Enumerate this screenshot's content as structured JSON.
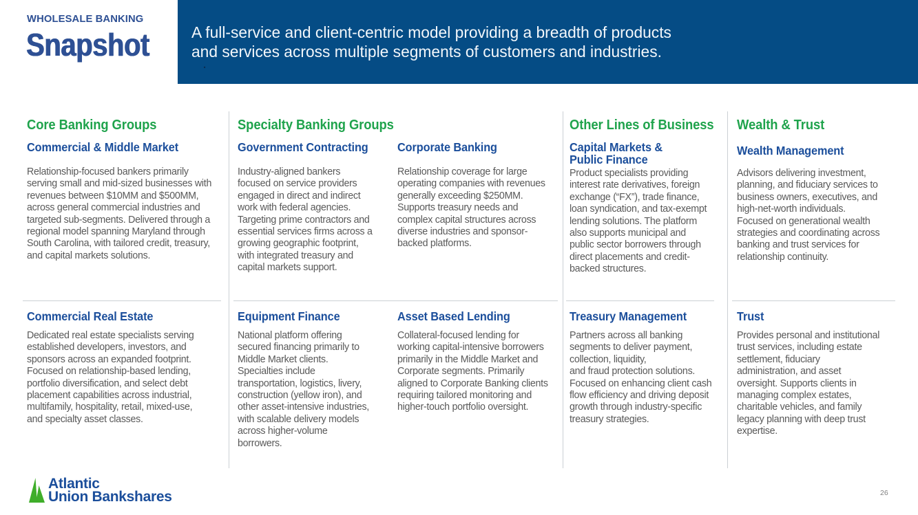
{
  "header": {
    "eyebrow": "WHOLESALE BANKING",
    "title": "Snapshot",
    "banner_text": "A full-service and client-centric model providing a breadth of products\nand services across multiple segments of customers and industries.",
    "stray_dot": "."
  },
  "brand_colors": {
    "banner_navy": "#054C85",
    "title_blue": "#2E5094",
    "section_blue": "#1B4E9B",
    "heading_green": "#1FA34C",
    "body_gray": "#595959",
    "divider_gray": "#CBD0D4",
    "logo_green": "#3FAE2A"
  },
  "columns": [
    {
      "group_heading": "Core Banking Groups",
      "sections": [
        {
          "title": "Commercial & Middle Market",
          "body": "Relationship-focused bankers primarily\nserving small and mid-sized businesses with\nrevenues between $10MM and $500MM,\nacross general commercial industries and\ntargeted sub-segments. Delivered through a\nregional model spanning Maryland through\nSouth Carolina, with tailored credit, treasury,\nand capital markets solutions."
        },
        {
          "title": "Commercial Real Estate",
          "body": "Dedicated real estate specialists serving\nestablished developers, investors, and\nsponsors across an expanded footprint.\nFocused on relationship-based lending,\nportfolio diversification, and select debt\nplacement capabilities across industrial,\nmultifamily, hospitality, retail, mixed-use,\nand specialty asset classes."
        }
      ]
    },
    {
      "group_heading": "Specialty Banking Groups",
      "subcolumns": [
        {
          "sections": [
            {
              "title": "Government Contracting",
              "body": "Industry-aligned bankers\nfocused on service providers\nengaged in direct and indirect\nwork with federal agencies.\nTargeting prime contractors and\nessential services firms across a\ngrowing geographic footprint,\nwith integrated treasury and\ncapital markets support."
            },
            {
              "title": "Equipment Finance",
              "body": "National platform offering\nsecured financing primarily to\nMiddle Market clients.\nSpecialties include\ntransportation, logistics, livery,\nconstruction (yellow iron), and\nother asset-intensive industries,\nwith scalable delivery models\nacross higher-volume\nborrowers."
            }
          ]
        },
        {
          "sections": [
            {
              "title": "Corporate Banking",
              "body": "Relationship coverage for large\noperating companies with revenues\ngenerally exceeding $250MM.\nSupports treasury needs and\ncomplex capital structures across\ndiverse industries and sponsor-\nbacked platforms."
            },
            {
              "title": "Asset Based Lending",
              "body": "Collateral-focused lending for\nworking capital-intensive borrowers\nprimarily in the Middle Market and\nCorporate segments. Primarily\naligned to Corporate Banking clients\nrequiring tailored monitoring and\nhigher-touch portfolio oversight."
            }
          ]
        }
      ]
    },
    {
      "group_heading": "Other Lines of Business",
      "sections": [
        {
          "title": "Capital Markets &\nPublic Finance",
          "body": "Product specialists providing\ninterest rate derivatives, foreign\nexchange (“FX”), trade finance,\nloan syndication, and tax-exempt\nlending solutions. The platform\nalso supports municipal and\npublic sector borrowers through\ndirect placements and credit-\nbacked structures."
        },
        {
          "title": "Treasury Management",
          "body": "Partners across all banking\nsegments to deliver payment,\ncollection, liquidity,\nand fraud protection solutions.\nFocused on enhancing client cash\nflow efficiency and driving deposit\ngrowth through industry-specific\ntreasury strategies."
        }
      ]
    },
    {
      "group_heading": "Wealth & Trust",
      "sections": [
        {
          "title": "Wealth Management",
          "body": "Advisors delivering investment,\nplanning, and fiduciary services to\nbusiness owners, executives, and\nhigh-net-worth individuals.\nFocused on generational wealth\nstrategies and coordinating across\nbanking and trust services for\nrelationship continuity."
        },
        {
          "title": "Trust",
          "body": "Provides personal and institutional\ntrust services, including estate\nsettlement, fiduciary\nadministration, and asset\noversight. Supports clients in\nmanaging complex estates,\ncharitable vehicles, and family\nlegacy planning with deep trust\nexpertise."
        }
      ]
    }
  ],
  "footer": {
    "logo_line1": "Atlantic",
    "logo_line2": "Union Bankshares",
    "page_number": "26"
  }
}
